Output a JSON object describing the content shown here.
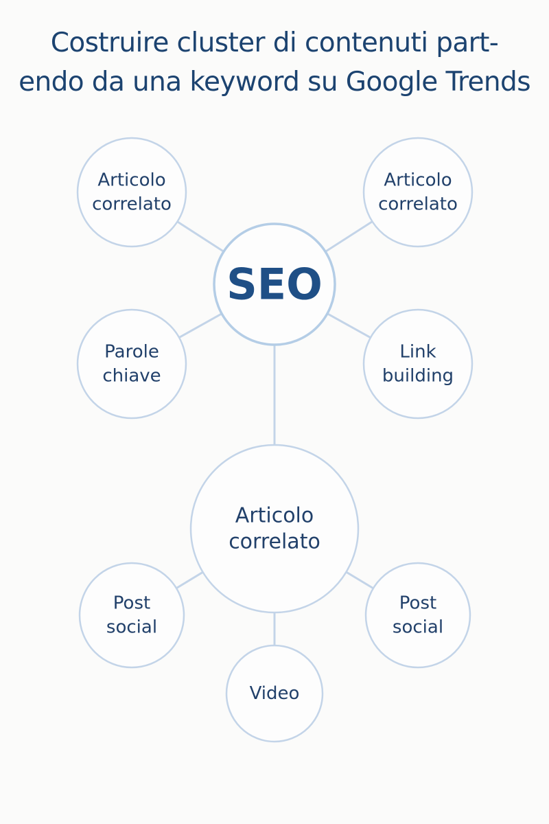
{
  "title": {
    "line1": "Costruire cluster di contenuti part-",
    "line2": "endo da una keyword su Google Trends"
  },
  "colors": {
    "title": "#1c4370",
    "node_text": "#21406a",
    "central_text": "#1f4f86",
    "stroke": "#c3d4e8"
  },
  "nodes": {
    "seo": {
      "label": [
        "SEO"
      ]
    },
    "articolo_top_left": {
      "label": [
        "Articolo",
        "correlato"
      ]
    },
    "articolo_top_right": {
      "label": [
        "Articolo",
        "correlato"
      ]
    },
    "parole_chiave": {
      "label": [
        "Parole",
        "chiave"
      ]
    },
    "link_building": {
      "label": [
        "Link",
        "building"
      ]
    },
    "articolo_sub_hub": {
      "label": [
        "Articolo",
        "correlato"
      ]
    },
    "post_social_left": {
      "label": [
        "Post",
        "social"
      ]
    },
    "post_social_right": {
      "label": [
        "Post",
        "social"
      ]
    },
    "video": {
      "label": [
        "Video"
      ]
    }
  },
  "edges": [
    [
      "seo",
      "articolo_top_left"
    ],
    [
      "seo",
      "articolo_top_right"
    ],
    [
      "seo",
      "parole_chiave"
    ],
    [
      "seo",
      "link_building"
    ],
    [
      "seo",
      "articolo_sub_hub"
    ],
    [
      "articolo_sub_hub",
      "post_social_left"
    ],
    [
      "articolo_sub_hub",
      "post_social_right"
    ],
    [
      "articolo_sub_hub",
      "video"
    ]
  ]
}
